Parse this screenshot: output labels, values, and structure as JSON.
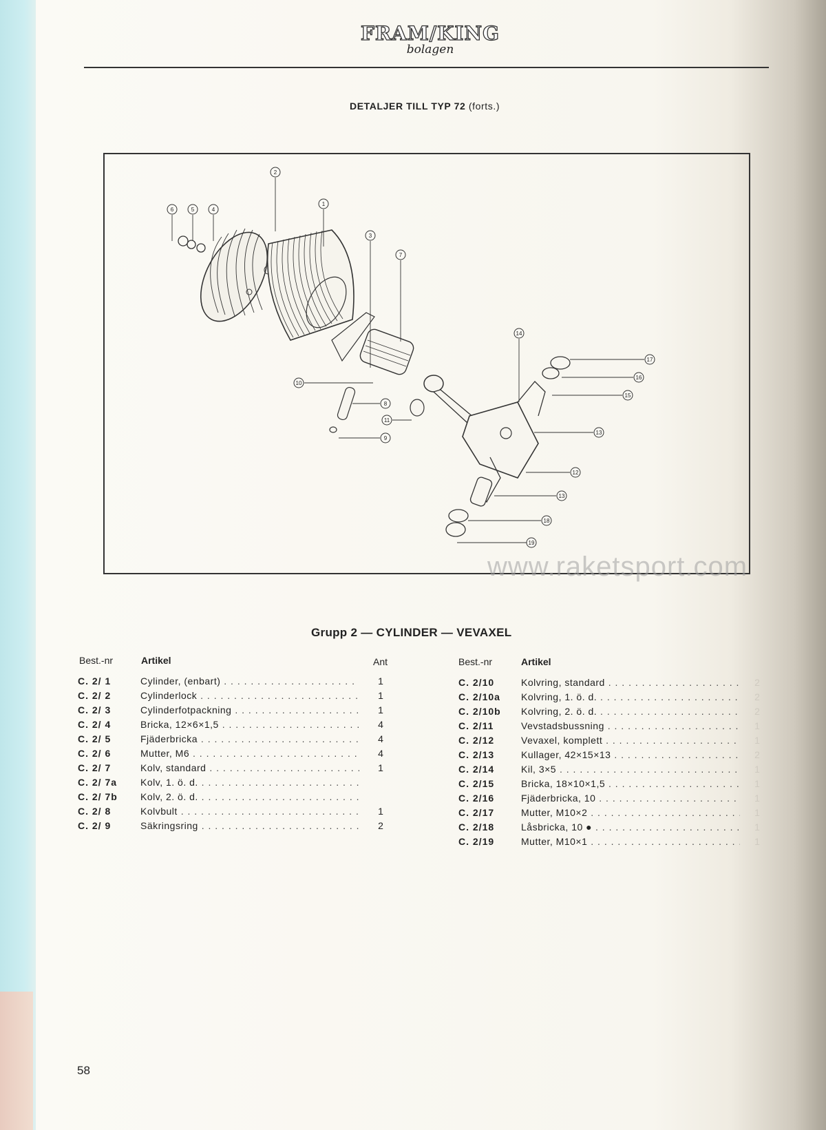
{
  "header": {
    "brand": "FRAM/KING",
    "brand_sub": "bolagen",
    "title_bold": "DETALJER TILL TYP 72",
    "title_suffix": "(forts.)"
  },
  "diagram": {
    "callouts": [
      "1",
      "2",
      "3",
      "4",
      "5",
      "6",
      "7",
      "8",
      "9",
      "10",
      "11",
      "12",
      "13",
      "13",
      "14",
      "15",
      "16",
      "17",
      "18",
      "19"
    ]
  },
  "watermark": "www.raketsport.com",
  "group_title": "Grupp 2 — CYLINDER — VEVAXEL",
  "table": {
    "col_nr": "Best.-nr",
    "col_artikel": "Artikel",
    "col_ant": "Ant",
    "left": [
      {
        "nr": "C. 2/ 1",
        "artikel": "Cylinder, (enbart)",
        "ant": "1"
      },
      {
        "nr": "C. 2/ 2",
        "artikel": "Cylinderlock",
        "ant": "1"
      },
      {
        "nr": "C. 2/ 3",
        "artikel": "Cylinderfotpackning",
        "ant": "1"
      },
      {
        "nr": "C. 2/ 4",
        "artikel": "Bricka, 12×6×1,5",
        "ant": "4"
      },
      {
        "nr": "C. 2/ 5",
        "artikel": "Fjäderbricka",
        "ant": "4"
      },
      {
        "nr": "C. 2/ 6",
        "artikel": "Mutter, M6",
        "ant": "4"
      },
      {
        "nr": "C. 2/ 7",
        "artikel": "Kolv, standard",
        "ant": "1"
      },
      {
        "nr": "C. 2/ 7a",
        "artikel": "Kolv, 1. ö. d.",
        "ant": ""
      },
      {
        "nr": "C. 2/ 7b",
        "artikel": "Kolv, 2. ö. d.",
        "ant": ""
      },
      {
        "nr": "C. 2/ 8",
        "artikel": "Kolvbult",
        "ant": "1"
      },
      {
        "nr": "C. 2/ 9",
        "artikel": "Säkringsring",
        "ant": "2"
      }
    ],
    "right": [
      {
        "nr": "C. 2/10",
        "artikel": "Kolvring, standard",
        "ant": "2"
      },
      {
        "nr": "C. 2/10a",
        "artikel": "Kolvring, 1. ö. d.",
        "ant": "2"
      },
      {
        "nr": "C. 2/10b",
        "artikel": "Kolvring, 2. ö. d.",
        "ant": "2"
      },
      {
        "nr": "C. 2/11",
        "artikel": "Vevstadsbussning",
        "ant": "1"
      },
      {
        "nr": "C. 2/12",
        "artikel": "Vevaxel, komplett",
        "ant": "1"
      },
      {
        "nr": "C. 2/13",
        "artikel": "Kullager, 42×15×13",
        "ant": "2"
      },
      {
        "nr": "C. 2/14",
        "artikel": "Kil, 3×5",
        "ant": "1"
      },
      {
        "nr": "C. 2/15",
        "artikel": "Bricka, 18×10×1,5",
        "ant": "1"
      },
      {
        "nr": "C. 2/16",
        "artikel": "Fjäderbricka, 10",
        "ant": "1"
      },
      {
        "nr": "C. 2/17",
        "artikel": "Mutter, M10×2",
        "ant": "1"
      },
      {
        "nr": "C. 2/18",
        "artikel": "Låsbricka, 10 ●",
        "ant": "1"
      },
      {
        "nr": "C. 2/19",
        "artikel": "Mutter, M10×1",
        "ant": "1"
      }
    ]
  },
  "page_number": "58"
}
